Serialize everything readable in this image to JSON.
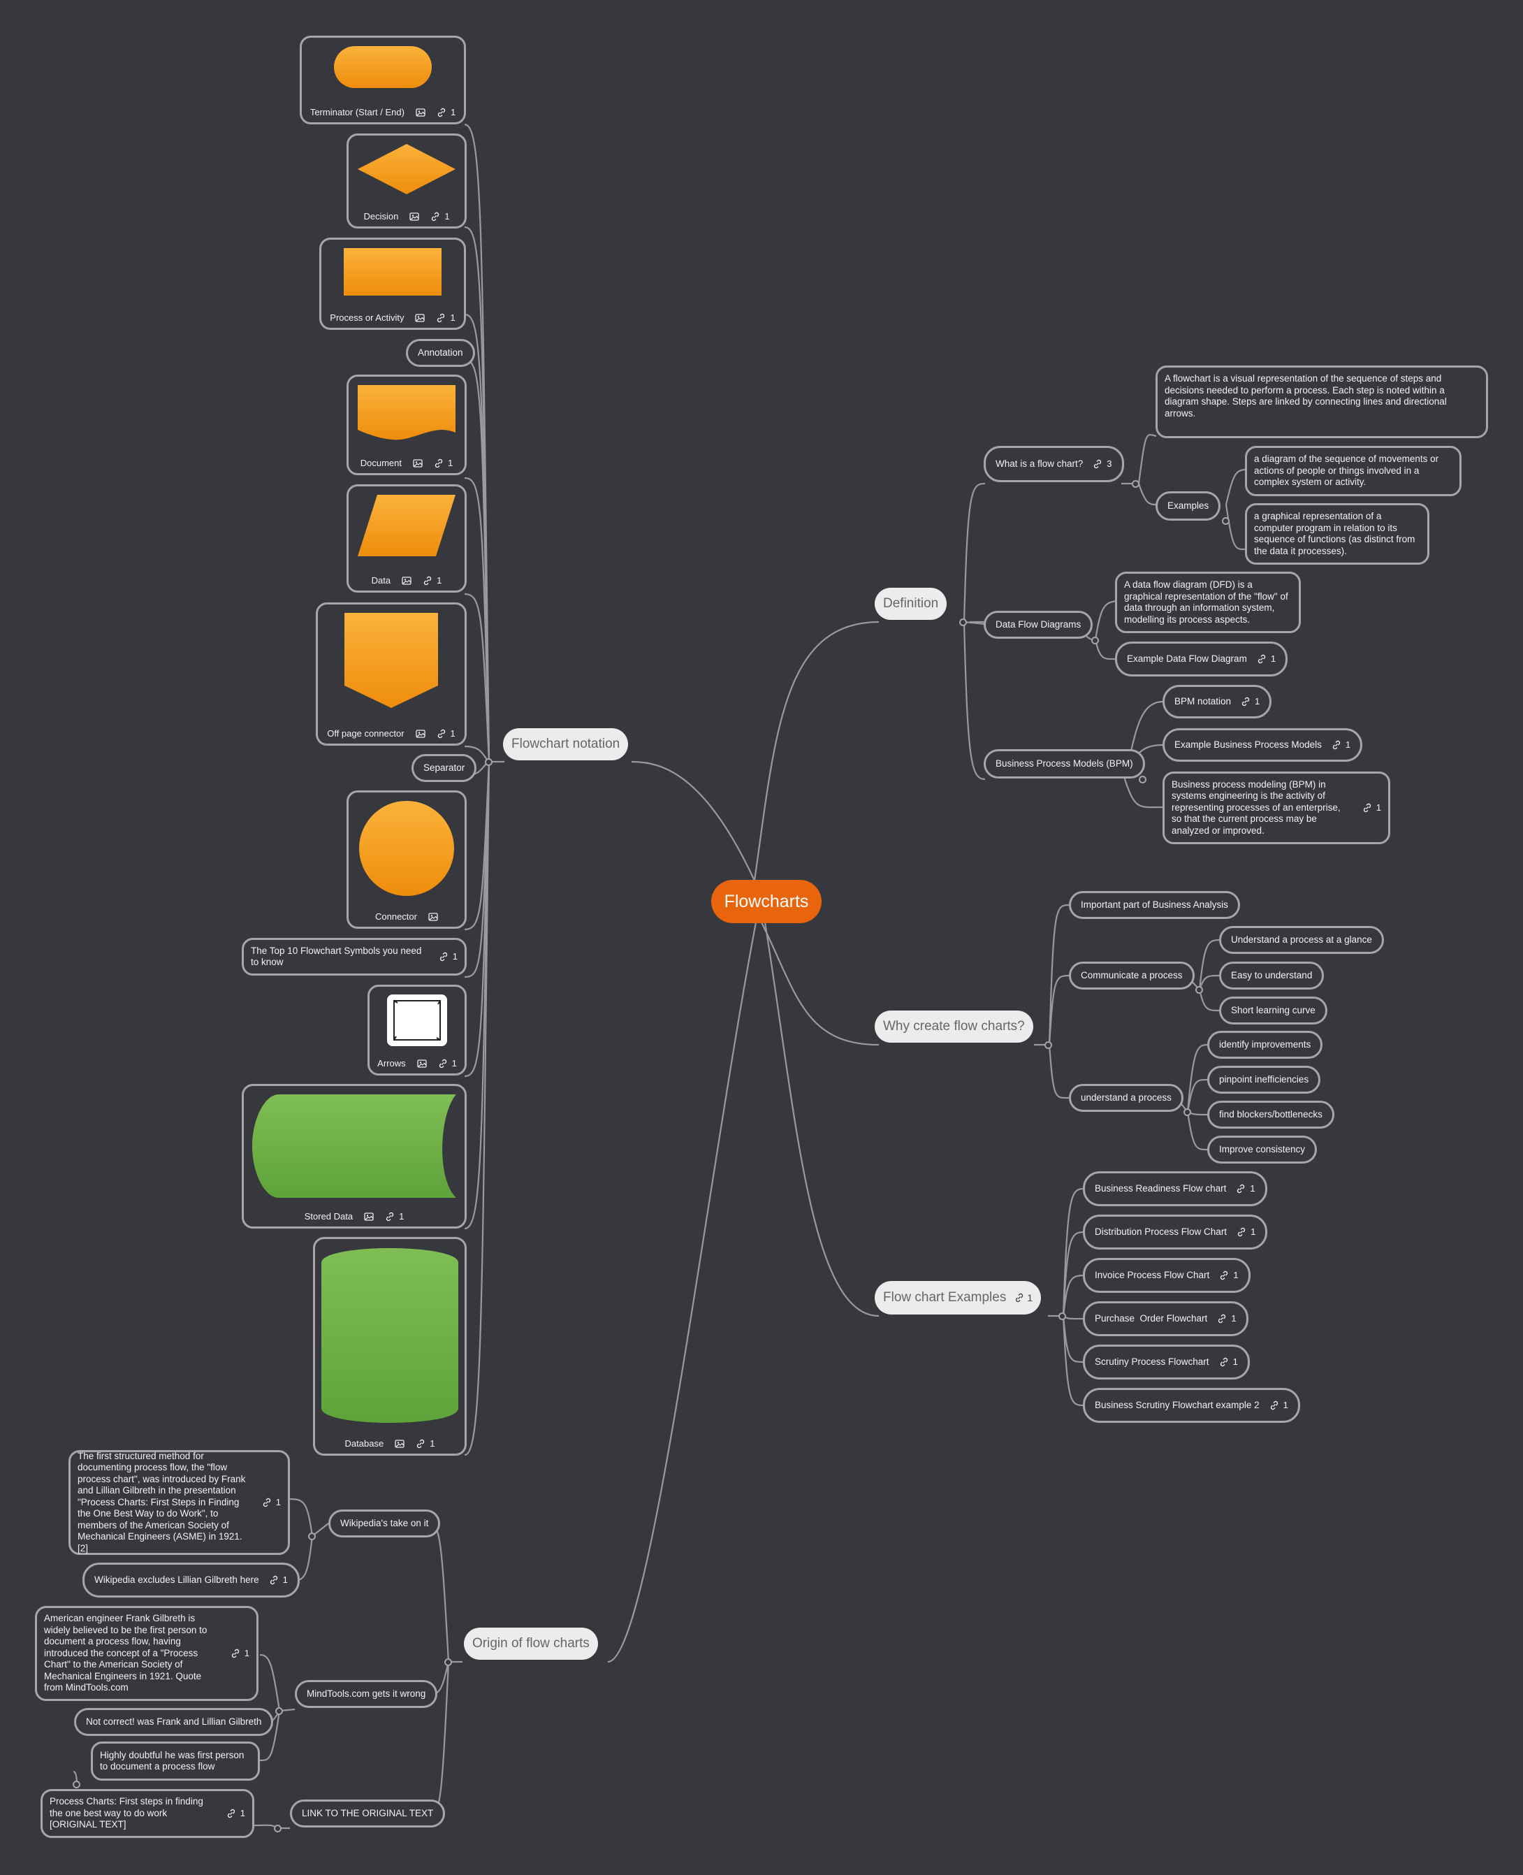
{
  "root": {
    "label": "Flowcharts"
  },
  "topics": {
    "definition": {
      "label": "Definition"
    },
    "why": {
      "label": "Why create flow charts?"
    },
    "examples": {
      "label": "Flow chart Examples",
      "links": "1"
    },
    "notation": {
      "label": "Flowchart notation"
    },
    "origin": {
      "label": "Origin of flow charts"
    }
  },
  "definition": {
    "what": {
      "label": "What is a flow chart?",
      "links": "3"
    },
    "what_text": "A flowchart is a visual representation of the sequence of steps and decisions needed to perform a process. Each step is noted within a diagram shape. Steps are linked by connecting lines and directional arrows.",
    "examples_label": "Examples",
    "example1": "a diagram of the sequence of movements or actions of people or things involved in a complex system or activity.",
    "example2": "a graphical representation of a computer program in relation to its sequence of functions (as distinct from the data it processes).",
    "dfd": {
      "label": "Data Flow Diagrams"
    },
    "dfd_text": "A data flow diagram (DFD) is a graphical representation of the \"flow\" of data through an information system, modelling its process aspects.",
    "dfd_example": {
      "label": "Example Data Flow Diagram",
      "links": "1"
    },
    "bpm": {
      "label": "Business Process Models (BPM)"
    },
    "bpm_notation": {
      "label": "BPM notation",
      "links": "1"
    },
    "bpm_example": {
      "label": "Example Business Process Models",
      "links": "1"
    },
    "bpm_text": {
      "label": "Business process modeling (BPM) in systems engineering is the activity of representing processes of an enterprise, so that the current process may be analyzed or improved.",
      "links": "1"
    }
  },
  "why": {
    "important": "Important part of Business Analysis",
    "communicate": "Communicate a process",
    "comm_items": [
      "Understand a process at a glance",
      "Easy to understand",
      "Short learning curve"
    ],
    "understand": "understand a process",
    "und_items": [
      "identify improvements",
      "pinpoint inefficiencies",
      "find blockers/bottlenecks",
      "Improve consistency"
    ]
  },
  "examples_list": [
    {
      "label": "Business Readiness Flow chart",
      "links": "1"
    },
    {
      "label": "Distribution Process Flow Chart",
      "links": "1"
    },
    {
      "label": "Invoice Process Flow Chart",
      "links": "1"
    },
    {
      "label": "Purchase  Order Flowchart",
      "links": "1"
    },
    {
      "label": "Scrutiny Process Flowchart",
      "links": "1"
    },
    {
      "label": "Business Scrutiny Flowchart example 2",
      "links": "1"
    }
  ],
  "notation": {
    "terminator": {
      "label": "Terminator (Start / End)",
      "links": "1"
    },
    "decision": {
      "label": "Decision",
      "links": "1"
    },
    "process": {
      "label": "Process or Activity",
      "links": "1"
    },
    "annotation": {
      "label": "Annotation"
    },
    "document": {
      "label": "Document",
      "links": "1"
    },
    "data": {
      "label": "Data",
      "links": "1"
    },
    "offpage": {
      "label": "Off page connector",
      "links": "1"
    },
    "separator": {
      "label": "Separator"
    },
    "connector": {
      "label": "Connector"
    },
    "top10": {
      "label": "The Top 10 Flowchart Symbols you need to know",
      "links": "1"
    },
    "arrows": {
      "label": "Arrows",
      "links": "1"
    },
    "stored": {
      "label": "Stored Data",
      "links": "1"
    },
    "database": {
      "label": "Database",
      "links": "1"
    }
  },
  "origin": {
    "wiki": {
      "label": "Wikipedia's take on it"
    },
    "wiki_text": {
      "label": "The first structured method for documenting process flow, the \"flow process chart\", was introduced by Frank and Lillian Gilbreth in the presentation \"Process Charts: First Steps in Finding the One Best Way to do Work\", to members of the American Society of Mechanical Engineers (ASME) in 1921.[2]",
      "links": "1"
    },
    "wiki_excl": {
      "label": "Wikipedia excludes Lillian Gilbreth here",
      "links": "1"
    },
    "mind": {
      "label": "MindTools.com gets it wrong"
    },
    "mind_text": {
      "label": "American engineer Frank Gilbreth is widely believed to be the first person to document a process flow, having introduced the concept of a \"Process Chart\" to the American Society of Mechanical Engineers in 1921. Quote from MindTools.com",
      "links": "1"
    },
    "not_correct": {
      "label": "Not correct! was Frank and Lillian Gilbreth"
    },
    "doubtful": {
      "label": "Highly doubtful he was first person to document a process flow"
    },
    "link_orig": {
      "label": "LINK TO THE ORIGINAL TEXT"
    },
    "process_charts": {
      "label": "Process Charts: First steps in finding the one best way to do work [ORIGINAL TEXT]",
      "links": "1"
    }
  },
  "colors": {
    "background": "#36383d",
    "root": "#e8650d",
    "shape_orange": "#f7a21b",
    "shape_green": "#6fb244",
    "border": "#a6a6a6"
  },
  "icons": {
    "image": "image-icon",
    "link": "link-icon"
  }
}
